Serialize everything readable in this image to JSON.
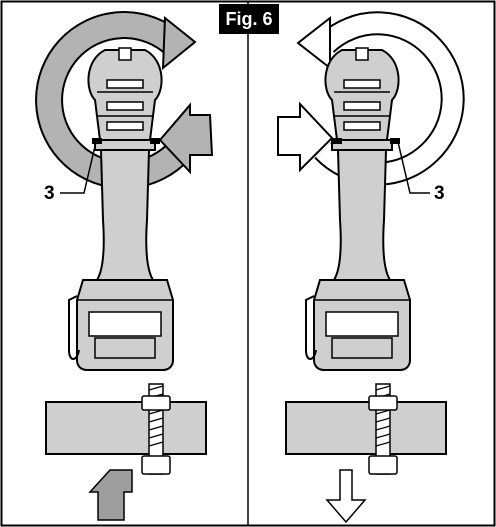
{
  "figure": {
    "title": "Fig. 6",
    "left_panel": {
      "callout": "3",
      "arrow": "up"
    },
    "right_panel": {
      "callout": "3",
      "arrow": "down"
    }
  }
}
